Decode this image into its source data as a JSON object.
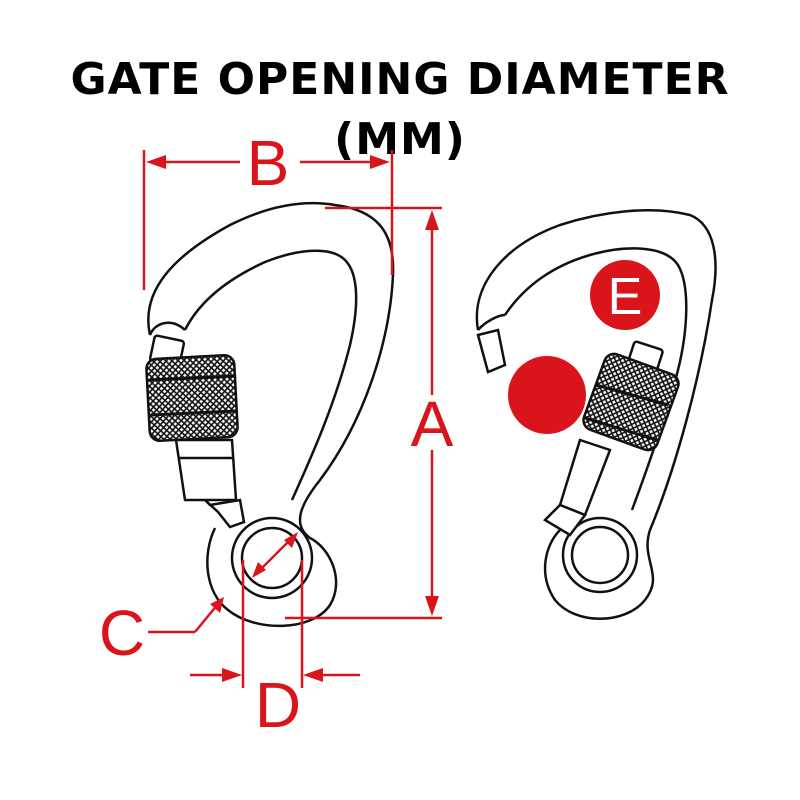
{
  "title": "GATE OPENING DIAMETER (MM)",
  "labels": {
    "a": "A",
    "b": "B",
    "c": "C",
    "d": "D",
    "e": "E"
  },
  "colors": {
    "dimension": "#d9141b",
    "outline": "#111111"
  }
}
